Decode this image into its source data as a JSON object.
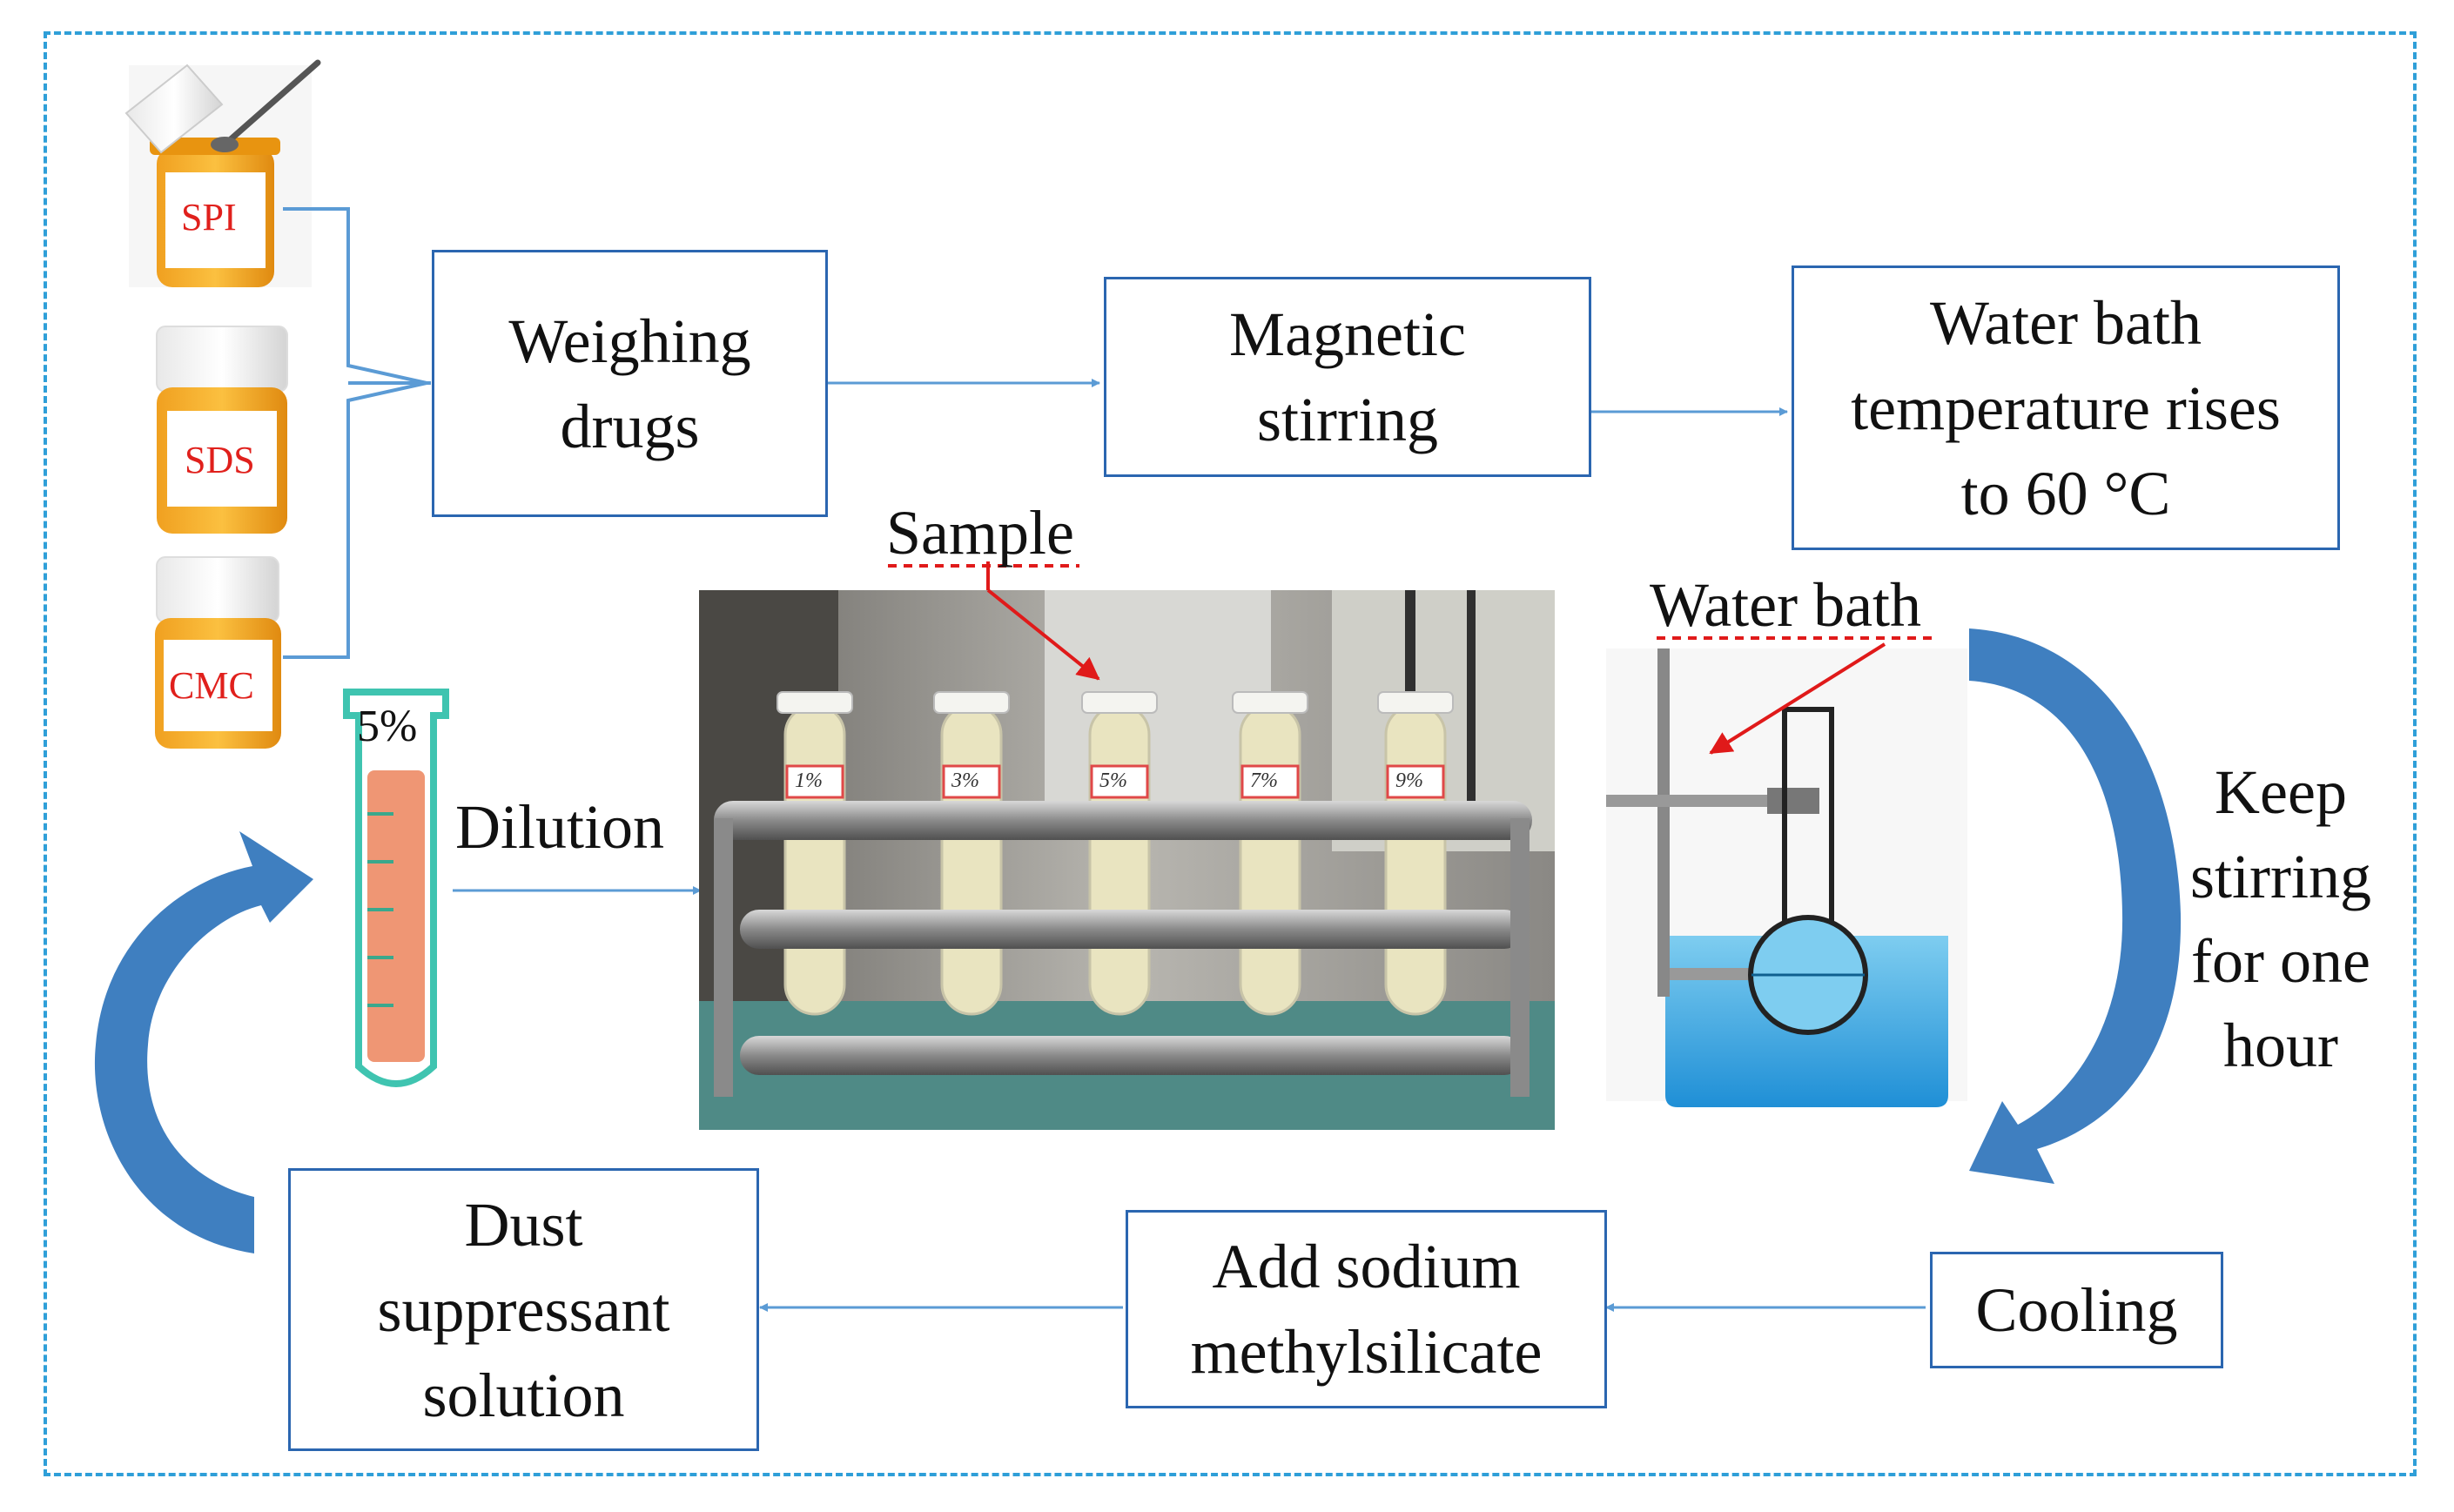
{
  "reagents": [
    "SPI",
    "SDS",
    "CMC"
  ],
  "steps": {
    "weighing": "Weighing\ndrugs",
    "magnetic": "Magnetic\nstirring",
    "water_bath_temp": "Water bath\ntemperature rises\nto 60 °C",
    "cooling": "Cooling",
    "add_sodium": "Add sodium\nmethylsilicate",
    "dust_solution": "Dust\nsuppressant\nsolution"
  },
  "labels": {
    "sample": "Sample",
    "water_bath": "Water bath",
    "dilution": "Dilution",
    "keep_stirring": "Keep\nstirring\nfor one\nhour",
    "concentration": "5%"
  },
  "tube_labels": [
    "1%",
    "3%",
    "5%",
    "7%",
    "9%"
  ],
  "colors": {
    "frame": "#2f9fd8",
    "box_border": "#2b66b0",
    "arrow": "#5b9bd5",
    "curved_arrow": "#3f7fc0",
    "red_label": "#e0201c",
    "jar_orange": "#f0a020"
  }
}
